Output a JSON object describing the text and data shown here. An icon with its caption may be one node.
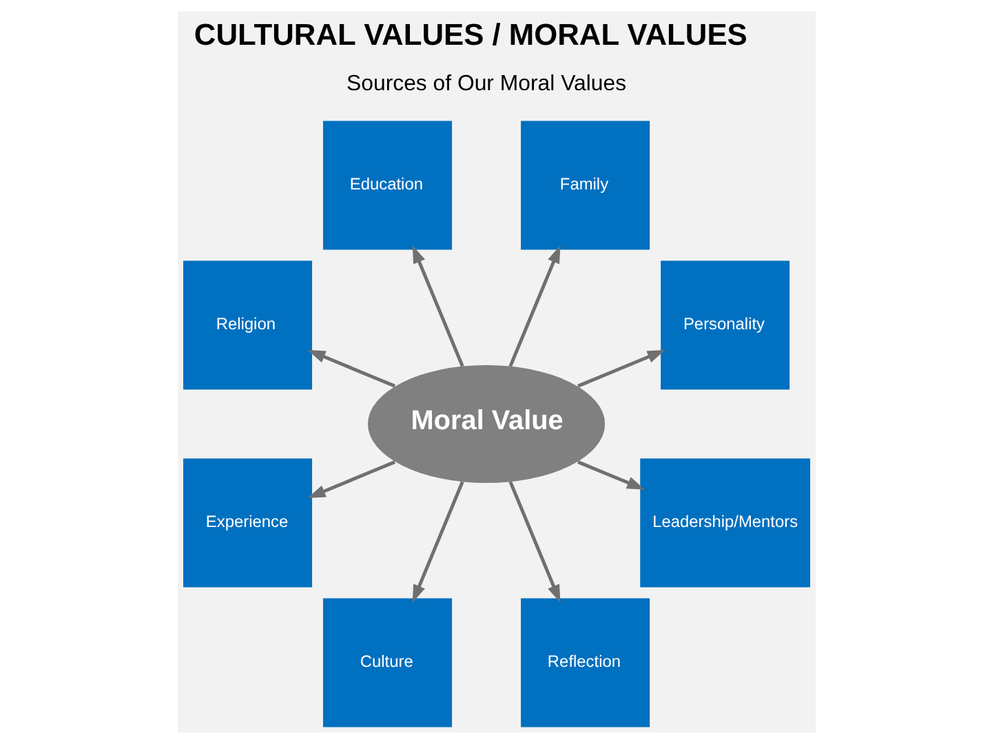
{
  "diagram": {
    "title": "CULTURAL VALUES / MORAL VALUES",
    "nodes": [
      {
        "text": [
          "Moral Value"
        ]
      },
      {
        "text": [
          "Religion"
        ]
      },
      {
        "text": [
          "Education"
        ]
      },
      {
        "text": [
          "Family"
        ]
      },
      {
        "text": [
          "Personality"
        ]
      },
      {
        "text": [
          "Leadership/Mentors"
        ]
      },
      {
        "text": [
          "Reflection"
        ]
      },
      {
        "text": [
          "Culture"
        ]
      },
      {
        "text": [
          "Experience"
        ]
      }
    ],
    "edges": [
      {
        "from": 0,
        "to": 1,
        "arrow": "to"
      },
      {
        "from": 0,
        "to": 2,
        "arrow": "to"
      },
      {
        "from": 0,
        "to": 3,
        "arrow": "to"
      },
      {
        "from": 0,
        "to": 4,
        "arrow": "to"
      },
      {
        "from": 0,
        "to": 5,
        "arrow": "to"
      },
      {
        "from": 0,
        "to": 6,
        "arrow": "to"
      },
      {
        "from": 0,
        "to": 7,
        "arrow": "to"
      },
      {
        "from": 0,
        "to": 8,
        "arrow": "to"
      }
    ],
    "labels": [
      "Sources of Our Moral Values"
    ]
  }
}
